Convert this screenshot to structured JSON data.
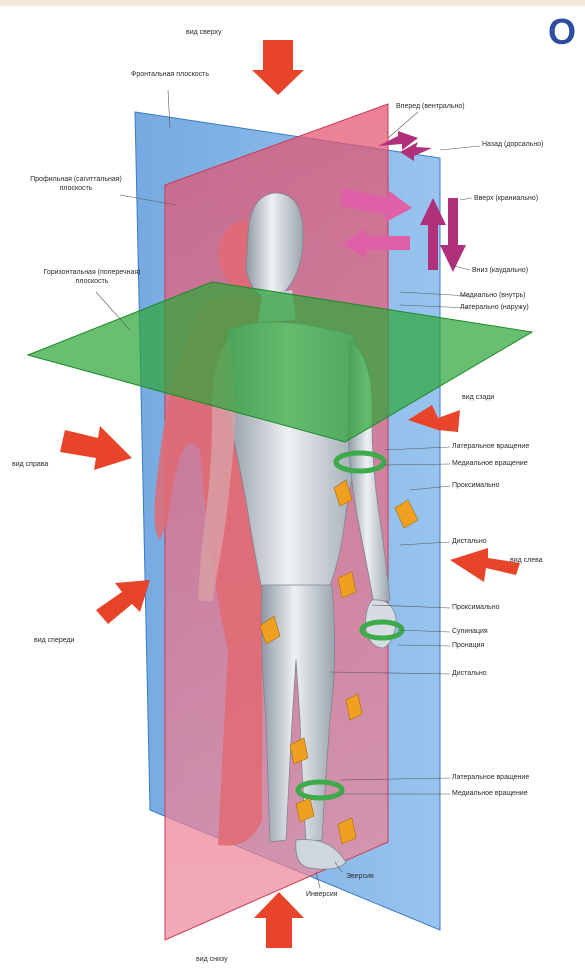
{
  "heading": "О",
  "planes": {
    "frontal": "Фронтальная плоскость",
    "sagittal": "Профильная (сагиттальная) плоскость",
    "horizontal": "Горизонтальная (поперечная) плоскость"
  },
  "views": {
    "top": "вид сверху",
    "right": "вид справа",
    "front": "вид спереди",
    "back": "вид сзади",
    "left": "вид слева",
    "bottom": "вид снизу"
  },
  "directions": {
    "anterior": "Вперед (вентрально)",
    "posterior": "Назад (дорсально)",
    "superior": "Вверх (краниально)",
    "inferior": "Вниз (каудально)",
    "medial": "Медиально (внутрь)",
    "lateral": "Латерально (наружу)"
  },
  "motions": {
    "arm_lateral_rotation": "Латеральное вращение",
    "arm_medial_rotation": "Медиальное вращение",
    "proximal_upper": "Проксимально",
    "distal_upper": "Дистально",
    "proximal_lower": "Проксимально",
    "supination": "Супинация",
    "pronation": "Пронация",
    "distal_lower": "Дистально",
    "leg_lateral_rotation": "Латеральное вращение",
    "leg_medial_rotation": "Медиальное вращение",
    "eversion": "Эверсия",
    "inversion": "Инверсия"
  },
  "colors": {
    "frontal_plane": "#5b9fe0",
    "sagittal_plane": "#e8607a",
    "horizontal_plane": "#2fa63a",
    "view_arrow": "#e8442a",
    "direction_arrow": "#b0307a",
    "motion_arrow": "#f0a020",
    "heading": "#2f4da0"
  }
}
